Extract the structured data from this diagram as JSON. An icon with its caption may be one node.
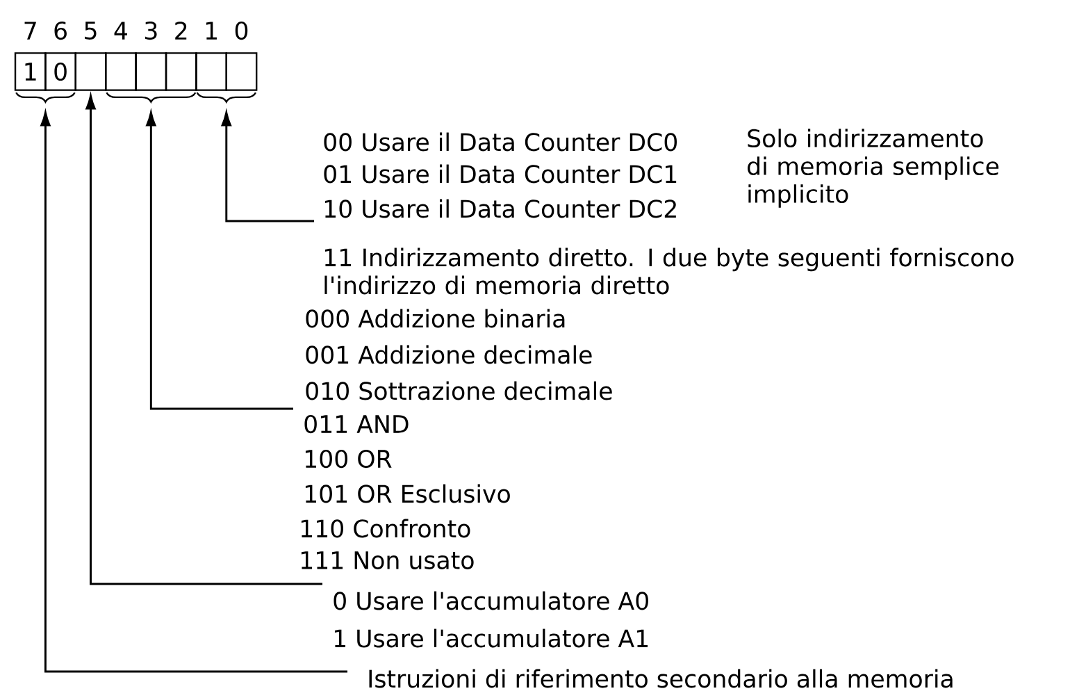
{
  "diagram": {
    "nodes": [
      {
        "text": [
          "1"
        ]
      },
      {
        "text": [
          "0"
        ]
      },
      {
        "text": [],
        "shape": "box"
      },
      {
        "text": [],
        "shape": "box"
      },
      {
        "text": [],
        "shape": "box"
      },
      {
        "text": [],
        "shape": "box"
      },
      {
        "text": [],
        "shape": "box"
      },
      {
        "text": [],
        "shape": "box"
      },
      {
        "text": [],
        "shape": "brace"
      },
      {
        "text": [],
        "shape": "brace"
      },
      {
        "text": [],
        "shape": "brace"
      },
      {
        "text": [
          "10 Usare il Data Counter DC2"
        ]
      },
      {
        "text": [
          "011 AND"
        ]
      },
      {
        "text": [
          "0 Usare l'accumulatore A0"
        ]
      },
      {
        "text": [
          "Istruzioni di riferimento secondario alla memoria"
        ]
      }
    ],
    "edges": [
      {
        "from": 11,
        "to": 10,
        "arrow": "to"
      },
      {
        "from": 12,
        "to": 9,
        "arrow": "to"
      },
      {
        "from": 13,
        "to": 2,
        "arrow": "to"
      },
      {
        "from": 14,
        "to": 8,
        "arrow": "to"
      }
    ],
    "labels": [
      "7",
      "6",
      "5",
      "4",
      "3",
      "2",
      "1",
      "0",
      "00 Usare il Data Counter DC0",
      "01 Usare il Data Counter DC1",
      "Solo indirizzamento di memoria semplice implicito",
      "11 Indirizzamento diretto. I due byte seguenti forniscono l'indirizzo di memoria diretto",
      "000 Addizione binaria",
      "001 Addizione decimale",
      "010 Sottrazione decimale",
      "100 OR",
      "101 OR Esclusivo",
      "110 Confronto",
      "111 Non usato",
      "1 Usare l'accumulatore A1"
    ]
  }
}
